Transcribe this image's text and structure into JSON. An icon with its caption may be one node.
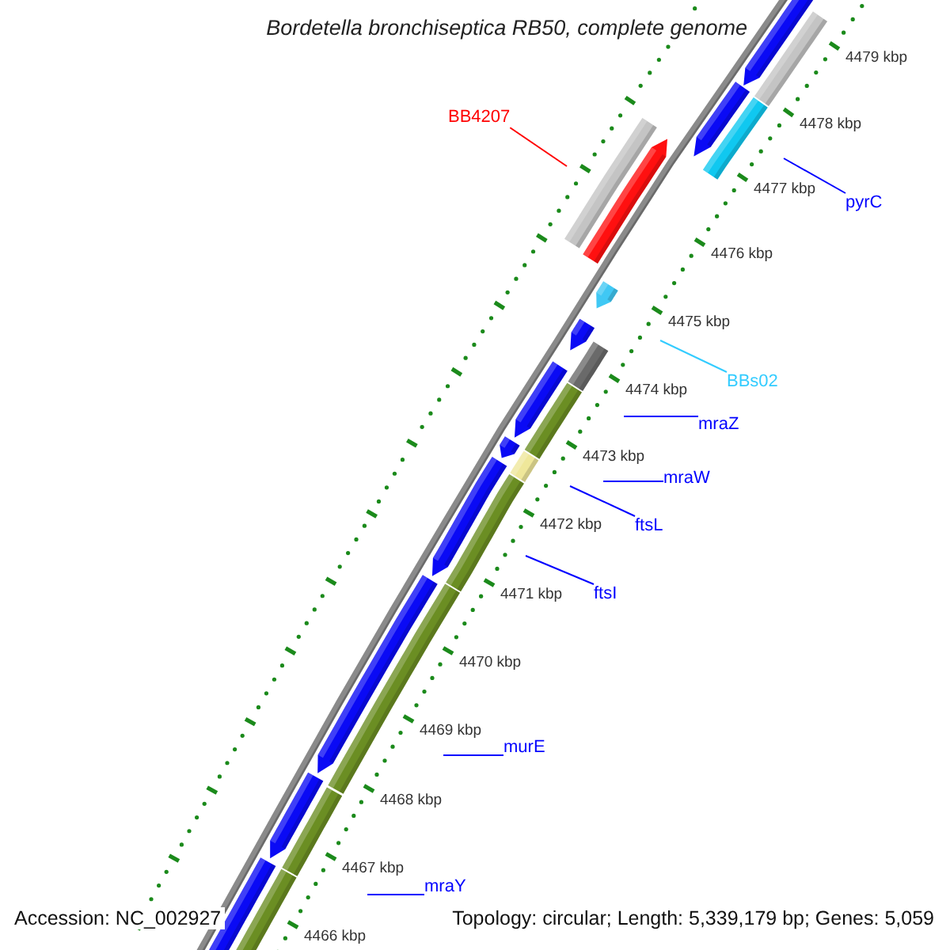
{
  "diagram": {
    "title": "Bordetella bronchiseptica RB50, complete genome",
    "nodes": [
      {
        "text": [
          "BB4207"
        ]
      },
      {
        "text": [
          "pyrC"
        ]
      },
      {
        "text": [
          "BBs02"
        ]
      },
      {
        "text": [
          "mraZ"
        ]
      },
      {
        "text": [
          "mraW"
        ]
      },
      {
        "text": [
          "ftsL"
        ]
      },
      {
        "text": [
          "ftsI"
        ]
      },
      {
        "text": [
          "murE"
        ]
      },
      {
        "text": [
          "mraY"
        ]
      }
    ],
    "edges": [
      {
        "from": 0,
        "to": null,
        "arrow": "none",
        "color": "#ff0000"
      },
      {
        "from": 1,
        "to": null,
        "arrow": "none"
      },
      {
        "from": 2,
        "to": null,
        "arrow": "none",
        "color": "#33ccff"
      },
      {
        "from": 3,
        "to": null,
        "arrow": "none"
      },
      {
        "from": 4,
        "to": null,
        "arrow": "none"
      },
      {
        "from": 5,
        "to": null,
        "arrow": "none"
      },
      {
        "from": 6,
        "to": null,
        "arrow": "none"
      },
      {
        "from": 7,
        "to": null,
        "arrow": "none"
      },
      {
        "from": 8,
        "to": null,
        "arrow": "none"
      }
    ],
    "labels": [
      "4479 kbp",
      "4478 kbp",
      "4477 kbp",
      "4476 kbp",
      "4475 kbp",
      "4474 kbp",
      "4473 kbp",
      "4472 kbp",
      "4471 kbp",
      "4470 kbp",
      "4469 kbp",
      "4468 kbp",
      "4467 kbp",
      "4466 kbp",
      "Accession: NC_002927",
      "Topology: circular; Length: 5,339,179 bp; Genes: 5,059"
    ]
  }
}
